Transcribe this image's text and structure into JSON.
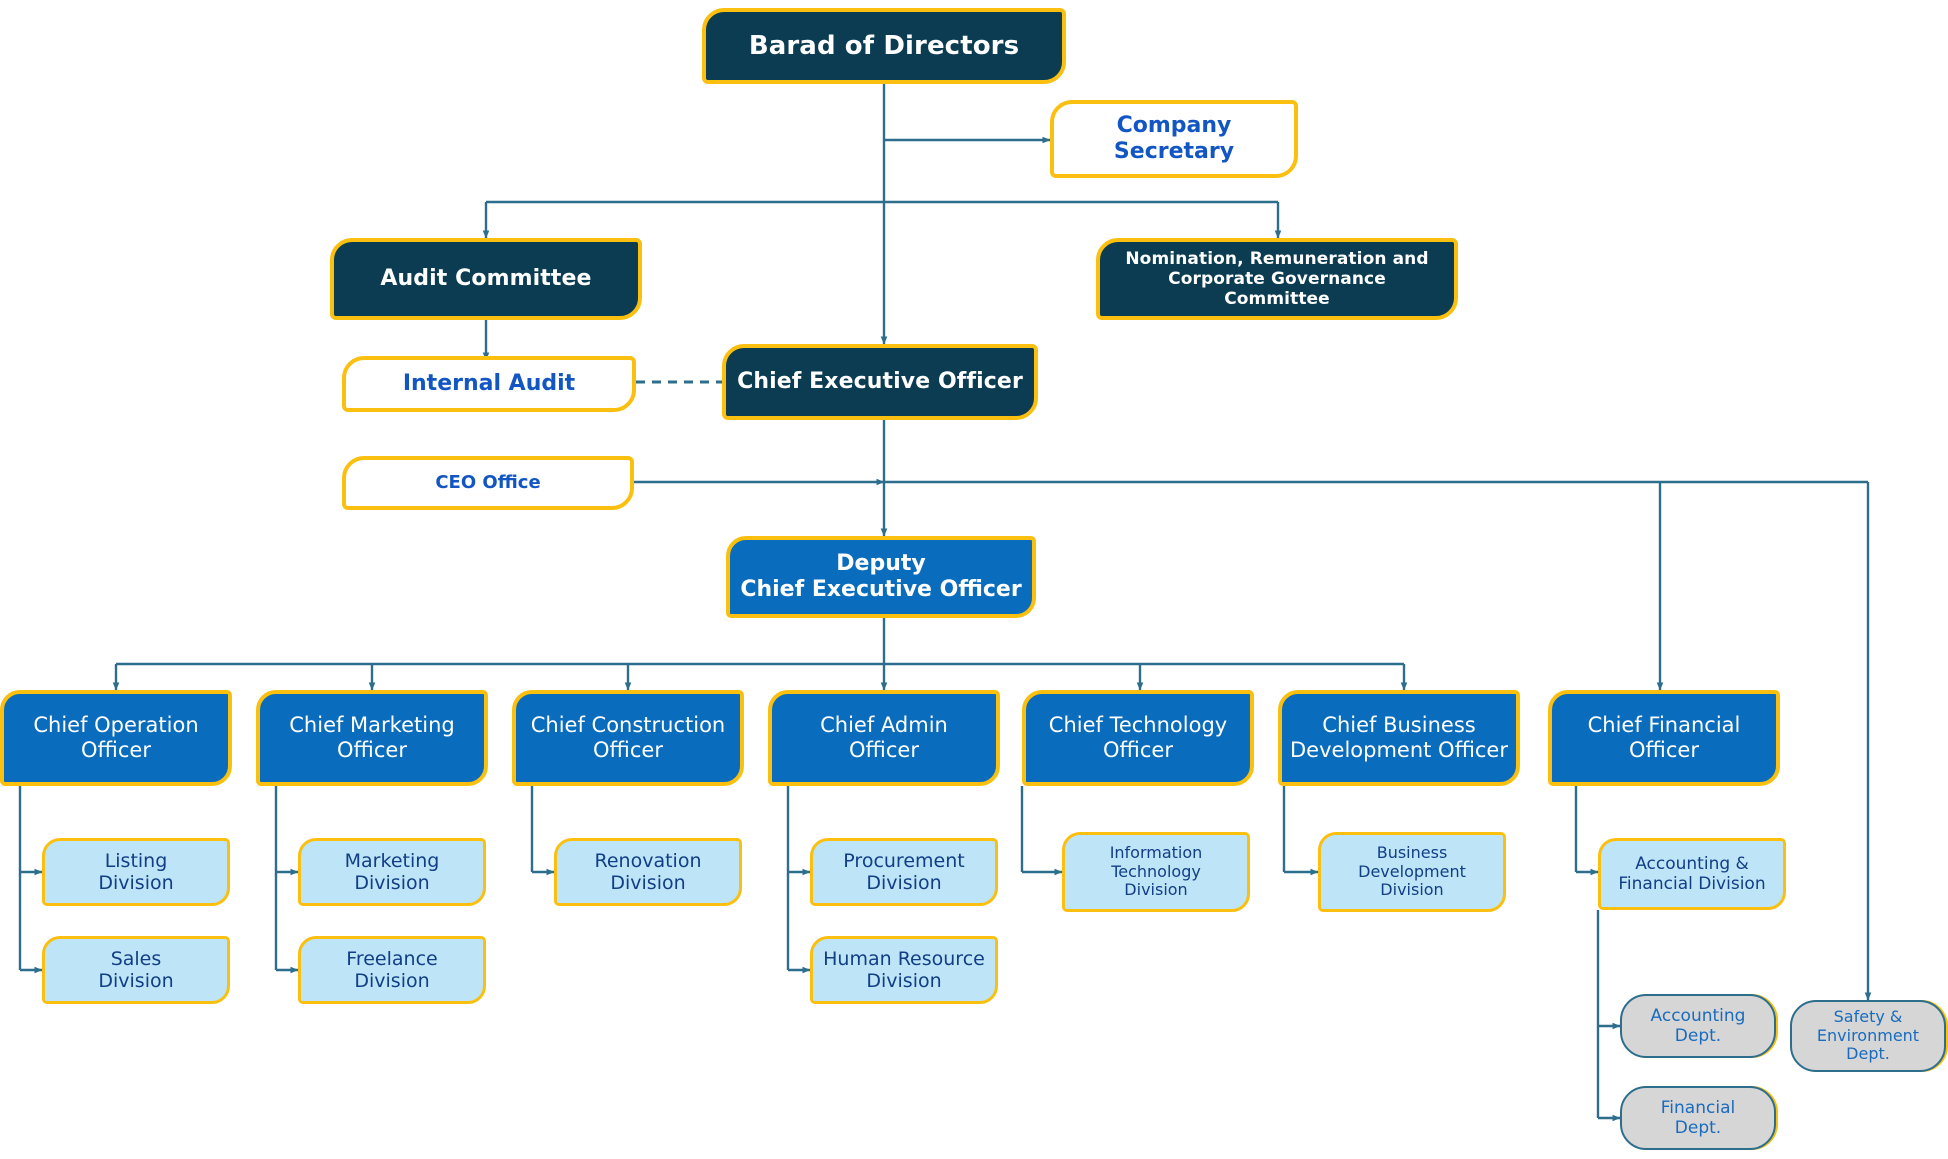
{
  "chart_title": "Corporate Organization Chart",
  "palette": {
    "navy_box": "#0b3c52",
    "gold_border": "#fbbf10",
    "blue_box": "#0a6cbd",
    "light_blue_box": "#bde4f7",
    "grey_box": "#d6d6d6",
    "connector": "#2d6e8c",
    "blue_text": "#1256c4",
    "navy_text": "#123e86",
    "white_text": "#ffffff",
    "canvas": "#ffffff"
  },
  "nodes": {
    "board": "Barad of Directors",
    "company_secretary": "Company\nSecretary",
    "company_secretary_l1": "Company",
    "company_secretary_l2": "Secretary",
    "audit_committee": "Audit Committee",
    "nomination_committee_l1": "Nomination, Remuneration and",
    "nomination_committee_l2": "Corporate Governance",
    "nomination_committee_l3": "Committee",
    "internal_audit": "Internal Audit",
    "ceo": "Chief Executive Officer",
    "ceo_office": "CEO Office",
    "deputy_ceo_l1": "Deputy",
    "deputy_ceo_l2": "Chief Executive Officer"
  },
  "officers": [
    {
      "line1": "Chief Operation",
      "line2": "Officer"
    },
    {
      "line1": "Chief Marketing",
      "line2": "Officer"
    },
    {
      "line1": "Chief Construction",
      "line2": "Officer"
    },
    {
      "line1": "Chief Admin",
      "line2": "Officer"
    },
    {
      "line1": "Chief Technology",
      "line2": "Officer"
    },
    {
      "line1": "Chief Business",
      "line2": "Development Officer"
    },
    {
      "line1": "Chief Financial",
      "line2": "Officer"
    }
  ],
  "divisions": [
    {
      "line1": "Listing",
      "line2": "Division",
      "line3": ""
    },
    {
      "line1": "Sales",
      "line2": "Division",
      "line3": ""
    },
    {
      "line1": "Marketing",
      "line2": "Division",
      "line3": ""
    },
    {
      "line1": "Freelance",
      "line2": "Division",
      "line3": ""
    },
    {
      "line1": "Renovation",
      "line2": "Division",
      "line3": ""
    },
    {
      "line1": "Procurement",
      "line2": "Division",
      "line3": ""
    },
    {
      "line1": "Human Resource",
      "line2": "Division",
      "line3": ""
    },
    {
      "line1": "Information",
      "line2": "Technology",
      "line3": "Division"
    },
    {
      "line1": "Business",
      "line2": "Development",
      "line3": "Division"
    },
    {
      "line1": "Accounting &",
      "line2": "Financial Division",
      "line3": ""
    }
  ],
  "departments": [
    {
      "line1": "Accounting",
      "line2": "Dept.",
      "line3": ""
    },
    {
      "line1": "Financial",
      "line2": "Dept.",
      "line3": ""
    },
    {
      "line1": "Safety &",
      "line2": "Environment",
      "line3": "Dept."
    }
  ],
  "chart_data": {
    "type": "diagram",
    "diagram_kind": "organization-chart",
    "title": "Corporate Organization Chart",
    "levels": [
      {
        "level": 0,
        "nodes": [
          "Barad of Directors"
        ]
      },
      {
        "level": 1,
        "nodes": [
          "Company Secretary",
          "Audit Committee",
          "Nomination, Remuneration and Corporate Governance Committee",
          "Chief Executive Officer"
        ]
      },
      {
        "level": 2,
        "nodes": [
          "Internal Audit",
          "CEO Office",
          "Deputy Chief Executive Officer"
        ]
      },
      {
        "level": 3,
        "nodes": [
          "Chief Operation Officer",
          "Chief Marketing Officer",
          "Chief Construction Officer",
          "Chief Admin Officer",
          "Chief Technology Officer",
          "Chief Business Development Officer",
          "Chief Financial Officer"
        ]
      },
      {
        "level": 4,
        "nodes": [
          "Listing Division",
          "Sales Division",
          "Marketing Division",
          "Freelance Division",
          "Renovation Division",
          "Procurement Division",
          "Human Resource Division",
          "Information Technology Division",
          "Business Development Division",
          "Accounting & Financial Division",
          "Safety & Environment Dept."
        ]
      },
      {
        "level": 5,
        "nodes": [
          "Accounting Dept.",
          "Financial Dept."
        ]
      }
    ],
    "edges": [
      {
        "from": "Barad of Directors",
        "to": "Company Secretary",
        "style": "solid"
      },
      {
        "from": "Barad of Directors",
        "to": "Audit Committee",
        "style": "solid"
      },
      {
        "from": "Barad of Directors",
        "to": "Nomination, Remuneration and Corporate Governance Committee",
        "style": "solid"
      },
      {
        "from": "Barad of Directors",
        "to": "Chief Executive Officer",
        "style": "solid"
      },
      {
        "from": "Audit Committee",
        "to": "Internal Audit",
        "style": "solid"
      },
      {
        "from": "Internal Audit",
        "to": "Chief Executive Officer",
        "style": "dashed"
      },
      {
        "from": "Chief Executive Officer",
        "to": "CEO Office",
        "style": "solid"
      },
      {
        "from": "Chief Executive Officer",
        "to": "Deputy Chief Executive Officer",
        "style": "solid"
      },
      {
        "from": "Chief Executive Officer",
        "to": "Chief Financial Officer",
        "style": "solid"
      },
      {
        "from": "Chief Executive Officer",
        "to": "Safety & Environment Dept.",
        "style": "solid"
      },
      {
        "from": "Deputy Chief Executive Officer",
        "to": "Chief Operation Officer",
        "style": "solid"
      },
      {
        "from": "Deputy Chief Executive Officer",
        "to": "Chief Marketing Officer",
        "style": "solid"
      },
      {
        "from": "Deputy Chief Executive Officer",
        "to": "Chief Construction Officer",
        "style": "solid"
      },
      {
        "from": "Deputy Chief Executive Officer",
        "to": "Chief Admin Officer",
        "style": "solid"
      },
      {
        "from": "Deputy Chief Executive Officer",
        "to": "Chief Technology Officer",
        "style": "solid"
      },
      {
        "from": "Deputy Chief Executive Officer",
        "to": "Chief Business Development Officer",
        "style": "solid"
      },
      {
        "from": "Chief Operation Officer",
        "to": "Listing Division",
        "style": "solid"
      },
      {
        "from": "Chief Operation Officer",
        "to": "Sales Division",
        "style": "solid"
      },
      {
        "from": "Chief Marketing Officer",
        "to": "Marketing Division",
        "style": "solid"
      },
      {
        "from": "Chief Marketing Officer",
        "to": "Freelance Division",
        "style": "solid"
      },
      {
        "from": "Chief Construction Officer",
        "to": "Renovation Division",
        "style": "solid"
      },
      {
        "from": "Chief Admin Officer",
        "to": "Procurement Division",
        "style": "solid"
      },
      {
        "from": "Chief Admin Officer",
        "to": "Human Resource Division",
        "style": "solid"
      },
      {
        "from": "Chief Technology Officer",
        "to": "Information Technology Division",
        "style": "solid"
      },
      {
        "from": "Chief Business Development Officer",
        "to": "Business Development Division",
        "style": "solid"
      },
      {
        "from": "Chief Financial Officer",
        "to": "Accounting & Financial Division",
        "style": "solid"
      },
      {
        "from": "Accounting & Financial Division",
        "to": "Accounting Dept.",
        "style": "solid"
      },
      {
        "from": "Accounting & Financial Division",
        "to": "Financial Dept.",
        "style": "solid"
      }
    ]
  }
}
